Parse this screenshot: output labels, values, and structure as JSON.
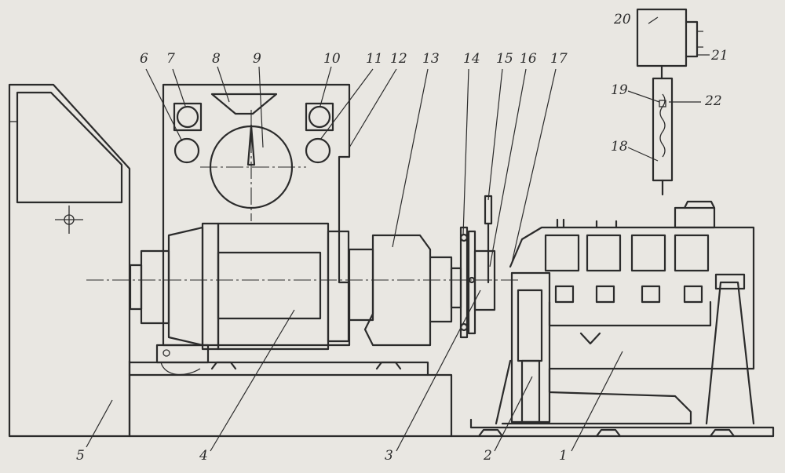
{
  "callouts": [
    {
      "id": "1",
      "text": "1"
    },
    {
      "id": "2",
      "text": "2"
    },
    {
      "id": "3",
      "text": "3"
    },
    {
      "id": "4",
      "text": "4"
    },
    {
      "id": "5",
      "text": "5"
    },
    {
      "id": "6",
      "text": "6"
    },
    {
      "id": "7",
      "text": "7"
    },
    {
      "id": "8",
      "text": "8"
    },
    {
      "id": "9",
      "text": "9"
    },
    {
      "id": "10",
      "text": "10"
    },
    {
      "id": "11",
      "text": "11"
    },
    {
      "id": "12",
      "text": "12"
    },
    {
      "id": "13",
      "text": "13"
    },
    {
      "id": "14",
      "text": "14"
    },
    {
      "id": "15",
      "text": "15"
    },
    {
      "id": "16",
      "text": "16"
    },
    {
      "id": "17",
      "text": "17"
    },
    {
      "id": "18",
      "text": "18"
    },
    {
      "id": "19",
      "text": "19"
    },
    {
      "id": "20",
      "text": "20"
    },
    {
      "id": "21",
      "text": "21"
    },
    {
      "id": "22",
      "text": "22"
    }
  ],
  "colors": {
    "ink": "#2b2b2b",
    "paper": "#e9e7e2"
  }
}
